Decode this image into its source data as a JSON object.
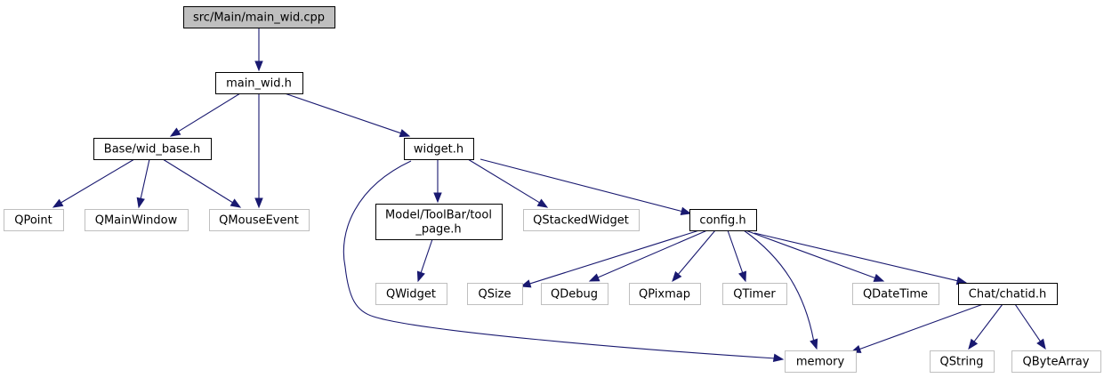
{
  "diagram": {
    "colors": {
      "edge": "#191970",
      "root_fill": "#bfbfbf",
      "node_border": "#000000",
      "external_border": "#bfbfbf",
      "background": "#ffffff"
    },
    "nodes": [
      {
        "id": "main_wid_cpp",
        "label": "src/Main/main_wid.cpp",
        "kind": "root"
      },
      {
        "id": "main_wid_h",
        "label": "main_wid.h",
        "kind": "file"
      },
      {
        "id": "wid_base_h",
        "label": "Base/wid_base.h",
        "kind": "file"
      },
      {
        "id": "widget_h",
        "label": "widget.h",
        "kind": "file"
      },
      {
        "id": "QPoint",
        "label": "QPoint",
        "kind": "external"
      },
      {
        "id": "QMainWindow",
        "label": "QMainWindow",
        "kind": "external"
      },
      {
        "id": "QMouseEvent",
        "label": "QMouseEvent",
        "kind": "external"
      },
      {
        "id": "tool_page_h",
        "label": [
          "Model/ToolBar/tool",
          "_page.h"
        ],
        "kind": "file"
      },
      {
        "id": "QStackedWidget",
        "label": "QStackedWidget",
        "kind": "external"
      },
      {
        "id": "config_h",
        "label": "config.h",
        "kind": "file"
      },
      {
        "id": "QWidget",
        "label": "QWidget",
        "kind": "external"
      },
      {
        "id": "QSize",
        "label": "QSize",
        "kind": "external"
      },
      {
        "id": "QDebug",
        "label": "QDebug",
        "kind": "external"
      },
      {
        "id": "QPixmap",
        "label": "QPixmap",
        "kind": "external"
      },
      {
        "id": "QTimer",
        "label": "QTimer",
        "kind": "external"
      },
      {
        "id": "QDateTime",
        "label": "QDateTime",
        "kind": "external"
      },
      {
        "id": "chatid_h",
        "label": "Chat/chatid.h",
        "kind": "file"
      },
      {
        "id": "memory",
        "label": "memory",
        "kind": "external"
      },
      {
        "id": "QString",
        "label": "QString",
        "kind": "external"
      },
      {
        "id": "QByteArray",
        "label": "QByteArray",
        "kind": "external"
      }
    ],
    "edges": [
      {
        "from": "main_wid_cpp",
        "to": "main_wid_h"
      },
      {
        "from": "main_wid_h",
        "to": "wid_base_h"
      },
      {
        "from": "main_wid_h",
        "to": "QMouseEvent"
      },
      {
        "from": "main_wid_h",
        "to": "widget_h"
      },
      {
        "from": "wid_base_h",
        "to": "QPoint"
      },
      {
        "from": "wid_base_h",
        "to": "QMainWindow"
      },
      {
        "from": "wid_base_h",
        "to": "QMouseEvent"
      },
      {
        "from": "widget_h",
        "to": "memory"
      },
      {
        "from": "widget_h",
        "to": "tool_page_h"
      },
      {
        "from": "widget_h",
        "to": "QStackedWidget"
      },
      {
        "from": "widget_h",
        "to": "config_h"
      },
      {
        "from": "tool_page_h",
        "to": "QWidget"
      },
      {
        "from": "config_h",
        "to": "QSize"
      },
      {
        "from": "config_h",
        "to": "QDebug"
      },
      {
        "from": "config_h",
        "to": "QPixmap"
      },
      {
        "from": "config_h",
        "to": "QTimer"
      },
      {
        "from": "config_h",
        "to": "memory"
      },
      {
        "from": "config_h",
        "to": "QDateTime"
      },
      {
        "from": "config_h",
        "to": "chatid_h"
      },
      {
        "from": "chatid_h",
        "to": "memory"
      },
      {
        "from": "chatid_h",
        "to": "QString"
      },
      {
        "from": "chatid_h",
        "to": "QByteArray"
      }
    ]
  }
}
